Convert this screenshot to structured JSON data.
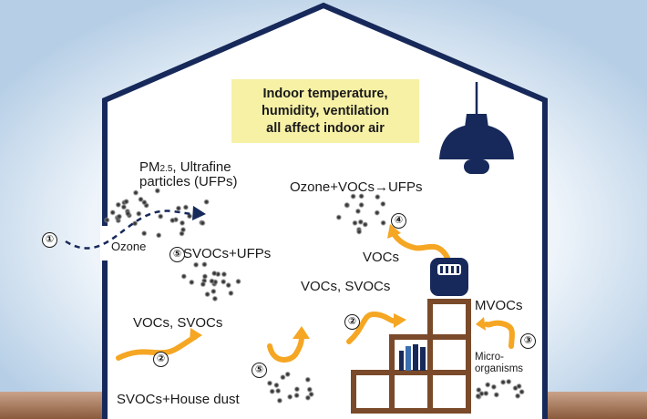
{
  "banner": {
    "line1": "Indoor temperature,",
    "line2": "humidity, ventilation",
    "line3": "all affect indoor air"
  },
  "labels": {
    "pm_line1_a": "PM",
    "pm_line1_sub": "2.5",
    "pm_line1_b": ", Ultrafine",
    "pm_line2": "particles (UFPs)",
    "ozone": "Ozone",
    "ozone_vocs_ufps": "Ozone+VOCs→UFPs",
    "vocs_right": "VOCs",
    "svocs_ufps": "SVOCs+UFPs",
    "vocs_svocs_mid": "VOCs, SVOCs",
    "mvocs": "MVOCs",
    "vocs_svocs_left": "VOCs, SVOCs",
    "micro_line1": "Micro-",
    "micro_line2": "organisms",
    "svocs_dust": "SVOCs+House dust"
  },
  "markers": {
    "m1": "①",
    "m2_left": "②",
    "m2_mid": "②",
    "m3": "③",
    "m4": "④",
    "m5_left": "⑤",
    "m5_bottom": "⑤"
  },
  "colors": {
    "house_outline": "#17295a",
    "arrow_orange": "#f5a623",
    "banner_yellow": "#f7f1a6",
    "shelf_brown": "#7a4a2a",
    "floor_brown": "#8b5a3c"
  }
}
